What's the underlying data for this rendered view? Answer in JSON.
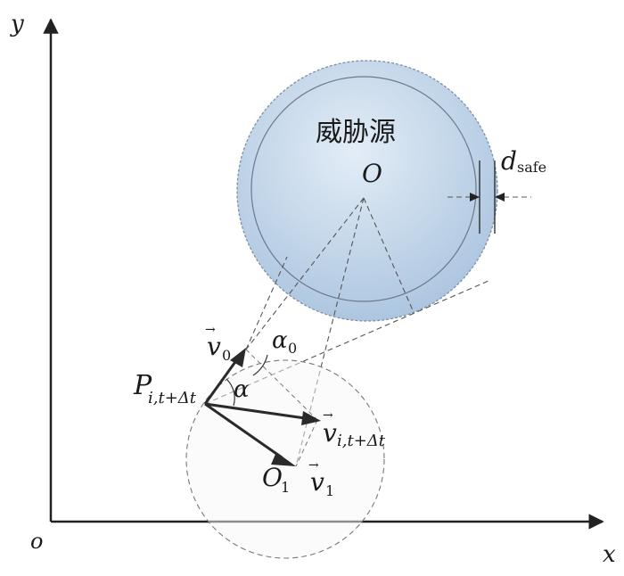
{
  "labels": {
    "y_axis": "y",
    "x_axis": "x",
    "origin": "o",
    "threat_title": "威胁源",
    "threat_center": "O",
    "d_main": "d",
    "d_sub": "safe",
    "v0_main": "v",
    "v0_sub": "0",
    "alpha0_main": "α",
    "alpha0_sub": "0",
    "alpha": "α",
    "P_main": "P",
    "P_sub": "i,t+Δt",
    "vi_main": "v",
    "vi_sub": "i,t+Δt",
    "O1_main": "O",
    "O1_sub": "1",
    "v1_main": "v",
    "v1_sub": "1",
    "vec_arrow": "→"
  },
  "colors": {
    "threat_fill": "#c8daec",
    "threat_stroke": "#7e8fa3",
    "axis": "#222222"
  }
}
